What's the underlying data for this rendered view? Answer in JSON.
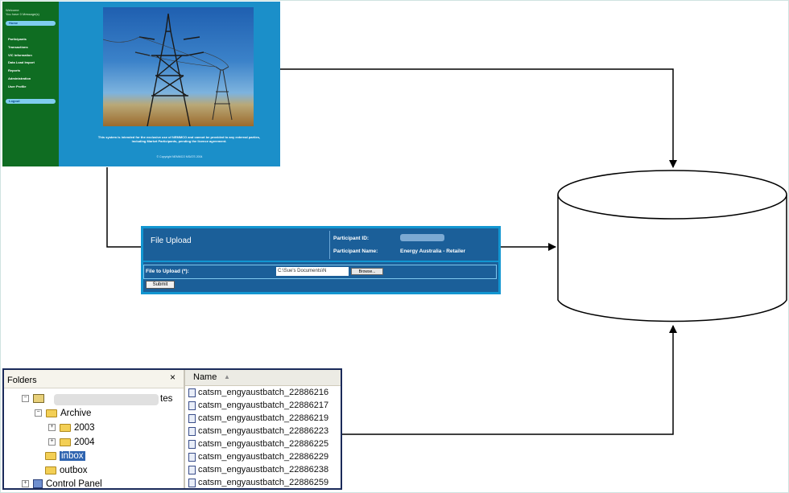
{
  "portal": {
    "welcome": "Welcome",
    "messages": "You have 0 Message(s)",
    "home_label": "Home",
    "nav": [
      {
        "label": "Participants"
      },
      {
        "label": "Transactions"
      },
      {
        "label": "VIC Information"
      },
      {
        "label": "Data Load Import"
      },
      {
        "label": "Reports"
      },
      {
        "label": "Administration"
      },
      {
        "label": "User Profile"
      }
    ],
    "logout_label": "Logout",
    "notice": "This system is intended for the exclusive use of NEMMCO and cannot be provided to any external parties, including Market Participants, pending the licence agreement.",
    "copyright": "© Copyright NEMMCO MSATS 2004"
  },
  "upload": {
    "title": "File Upload",
    "participant_id_label": "Participant ID:",
    "participant_name_label": "Participant Name:",
    "participant_name": "Energy Australia - Retailer",
    "file_label": "File to Upload (*):",
    "file_path": "C:\\Sue's Documents\\N",
    "browse_label": "Browse...",
    "submit_label": "Submit"
  },
  "explorer": {
    "folders_label": "Folders",
    "close_glyph": "×",
    "root_suffix": "tes",
    "tree": {
      "archive": "Archive",
      "y2003": "2003",
      "y2004": "2004",
      "inbox": "inbox",
      "outbox": "outbox",
      "control_panel": "Control Panel"
    },
    "name_header": "Name",
    "files": [
      {
        "name": "catsm_engyaustbatch_22886216"
      },
      {
        "name": "catsm_engyaustbatch_22886217"
      },
      {
        "name": "catsm_engyaustbatch_22886219"
      },
      {
        "name": "catsm_engyaustbatch_22886223"
      },
      {
        "name": "catsm_engyaustbatch_22886225"
      },
      {
        "name": "catsm_engyaustbatch_22886229"
      },
      {
        "name": "catsm_engyaustbatch_22886238"
      },
      {
        "name": "catsm_engyaustbatch_22886259"
      }
    ]
  },
  "colors": {
    "portal_blue": "#1b8fc9",
    "portal_green": "#0f6d22",
    "upload_blue": "#1b5f99",
    "connector": "#000000"
  }
}
